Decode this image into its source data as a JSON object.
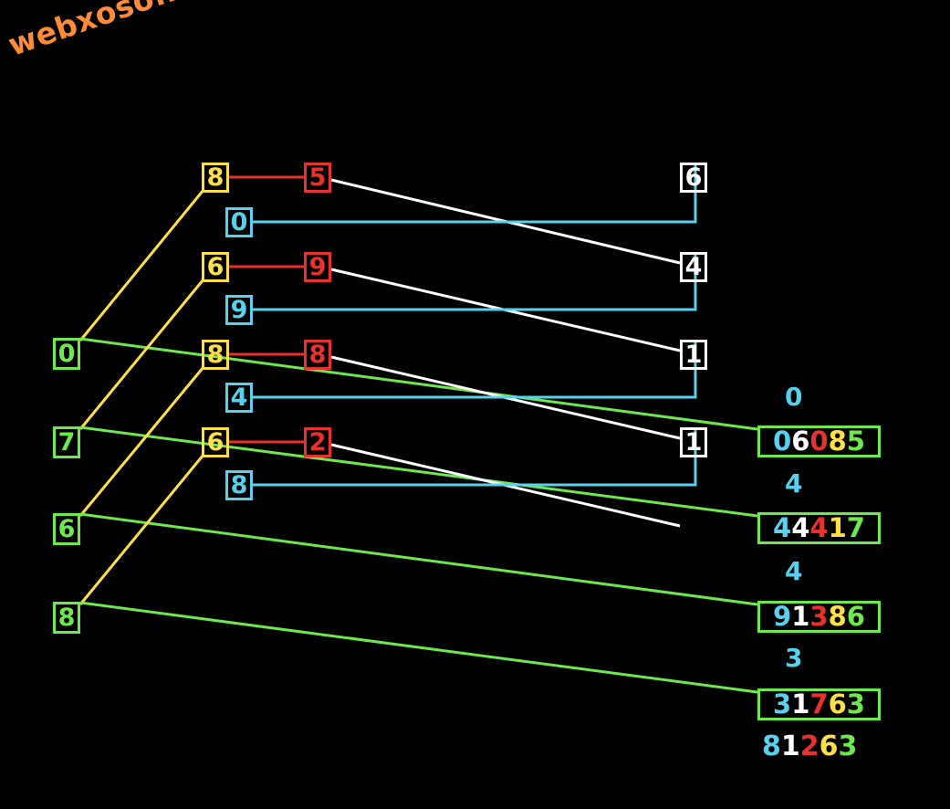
{
  "watermark": "webxoso.net",
  "colors": {
    "green": "#6ee84e",
    "yellow": "#ffe04a",
    "red": "#e8322e",
    "cyan": "#5ad0ec",
    "white": "#ffffff",
    "watermark": "#ff8c3a"
  },
  "left_column": [
    "0",
    "7",
    "6",
    "8"
  ],
  "yellow_column": [
    "8",
    "6",
    "8",
    "6"
  ],
  "red_column": [
    "5",
    "9",
    "8",
    "2"
  ],
  "cyan_column": [
    "0",
    "9",
    "4",
    "8"
  ],
  "white_column": [
    "6",
    "4",
    "1",
    "1"
  ],
  "result_boxes": [
    "06085",
    "44417",
    "91386",
    "31763"
  ],
  "cyan_labels": [
    "0",
    "4",
    "4",
    "3"
  ],
  "bottom_number": "81263",
  "digit_color_order": [
    "cyan",
    "white",
    "red",
    "yellow",
    "green"
  ]
}
